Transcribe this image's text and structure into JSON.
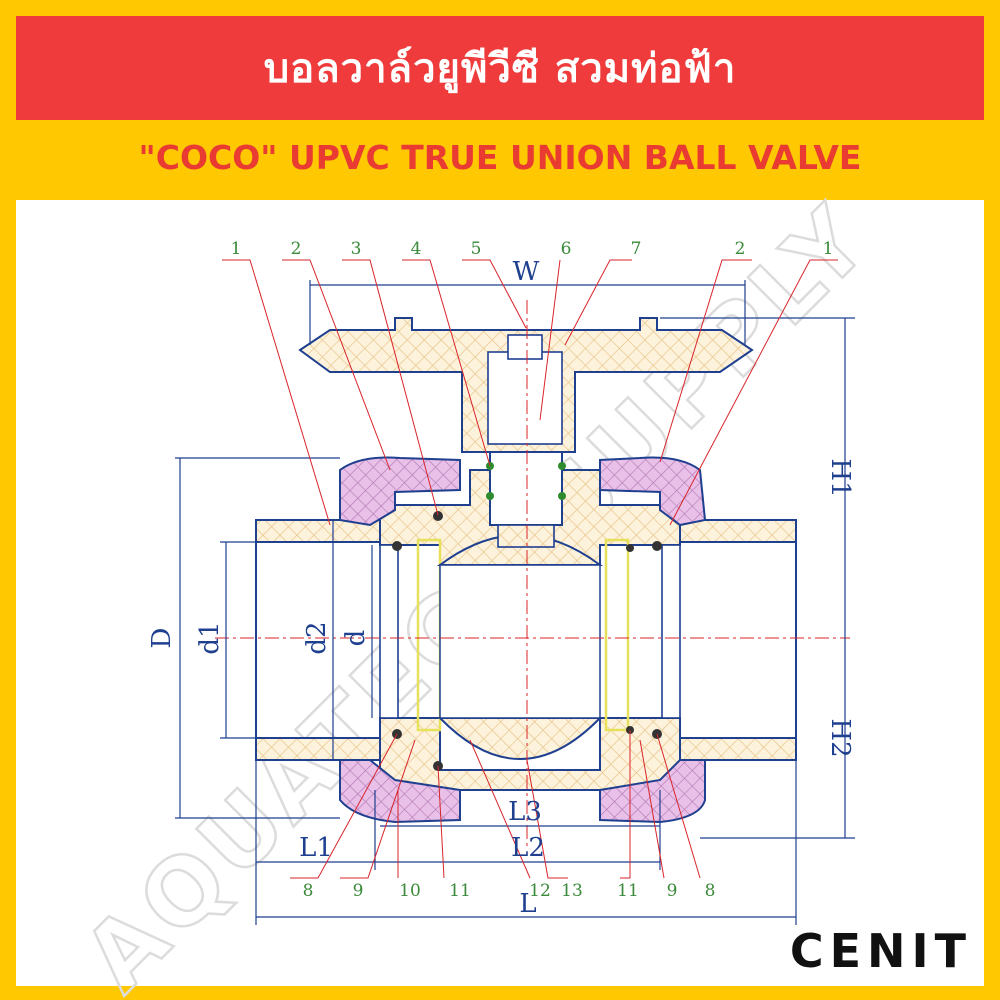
{
  "header": {
    "title_th": "บอลวาล์วยูพีวีซี สวมท่อฟ้า",
    "title_en": "\"COCO\"  UPVC TRUE UNION BALL VALVE"
  },
  "diagram": {
    "dimension_labels": {
      "W": "W",
      "H1": "H1",
      "H2": "H2",
      "D": "D",
      "d1": "d1",
      "d2": "d2",
      "d": "d",
      "L1": "L1",
      "L2": "L2",
      "L3": "L3",
      "L": "L"
    },
    "top_part_numbers": [
      "1",
      "2",
      "3",
      "4",
      "5",
      "6",
      "7",
      "2",
      "1"
    ],
    "bottom_part_numbers": [
      "8",
      "9",
      "10",
      "11",
      "12",
      "13",
      "11",
      "9",
      "8"
    ],
    "colors": {
      "body": "#fdf3dc",
      "outline": "#1f3f8f",
      "nut": "#e8c0e8",
      "seal": "#f3f36b",
      "leader": "#d9242a",
      "oring": "#2e8b2e",
      "label_part": "#3a8a3a"
    }
  },
  "watermark": "AQUATECH SUPPLY",
  "brand": "CENIT"
}
